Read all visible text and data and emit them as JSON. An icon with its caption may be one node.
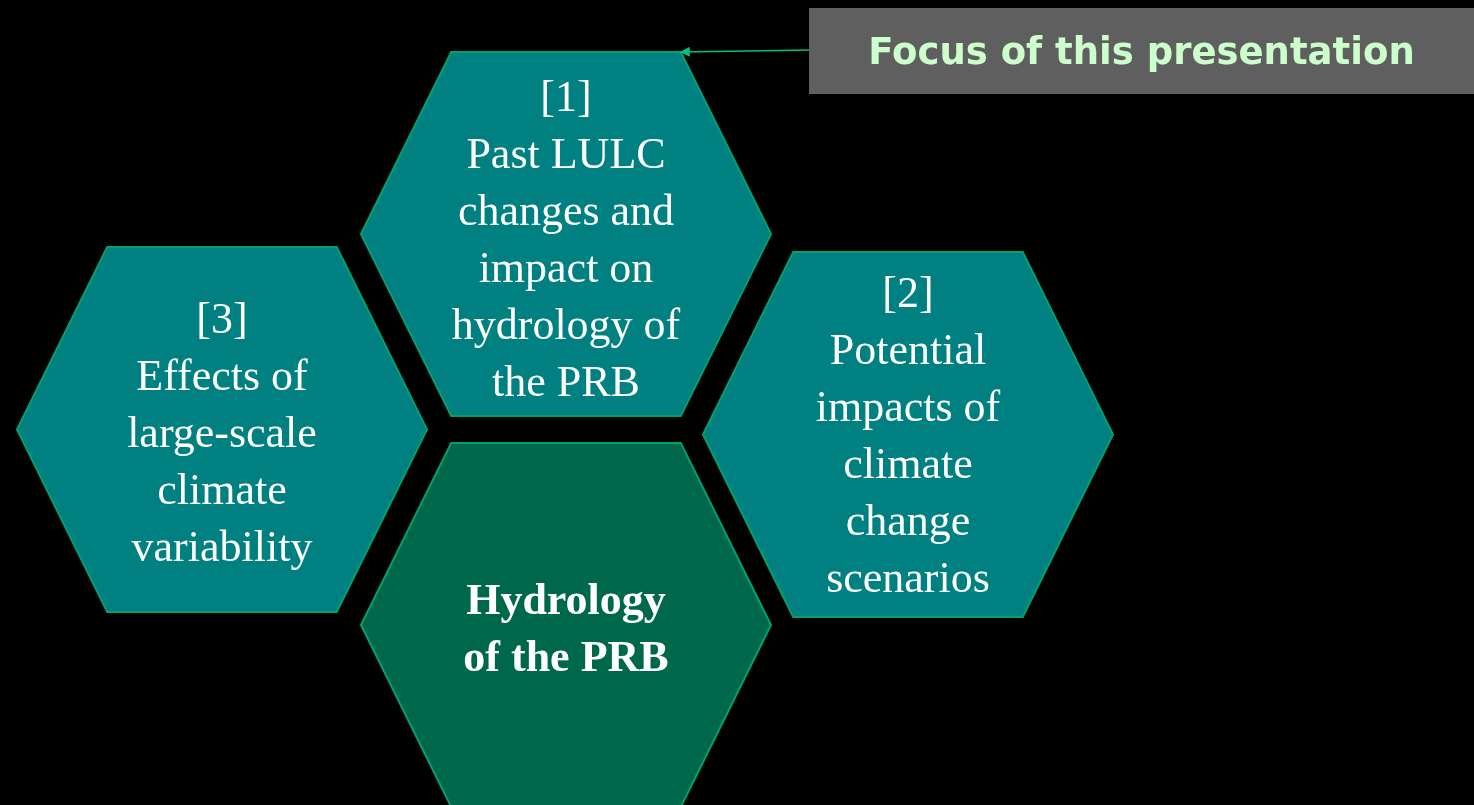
{
  "diagram": {
    "nodes": [
      {
        "text": [
          "[1]",
          "Past LULC changes and impact on hydrology of the PRB"
        ]
      },
      {
        "text": [
          "Focus of this presentation"
        ]
      },
      {
        "text": [
          "[3]",
          "Effects of large-scale climate variability"
        ]
      },
      {
        "text": [
          "[2]",
          "Potential impacts of climate change scenarios"
        ]
      },
      {
        "text": [
          "Hydrology of the PRB"
        ]
      }
    ],
    "edges": [
      {
        "from": 1,
        "to": 0,
        "arrow": "to"
      }
    ]
  }
}
